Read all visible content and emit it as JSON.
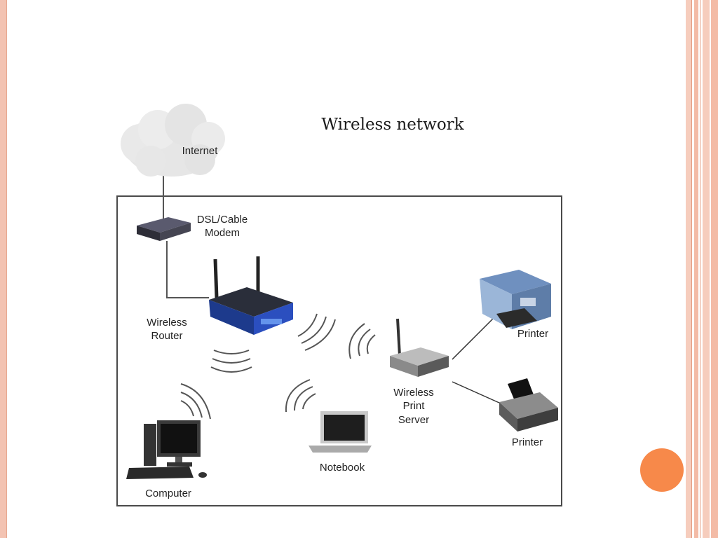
{
  "title": "Wireless network",
  "nodes": {
    "internet": "Internet",
    "modem_line1": "DSL/Cable",
    "modem_line2": "Modem",
    "router_line1": "Wireless",
    "router_line2": "Router",
    "print_server_line1": "Wireless",
    "print_server_line2": "Print",
    "print_server_line3": "Server",
    "printer_top": "Printer",
    "printer_bottom": "Printer",
    "computer": "Computer",
    "notebook": "Notebook"
  },
  "colors": {
    "accent_dot": "#f7894a",
    "border": "#f3c3b2"
  }
}
